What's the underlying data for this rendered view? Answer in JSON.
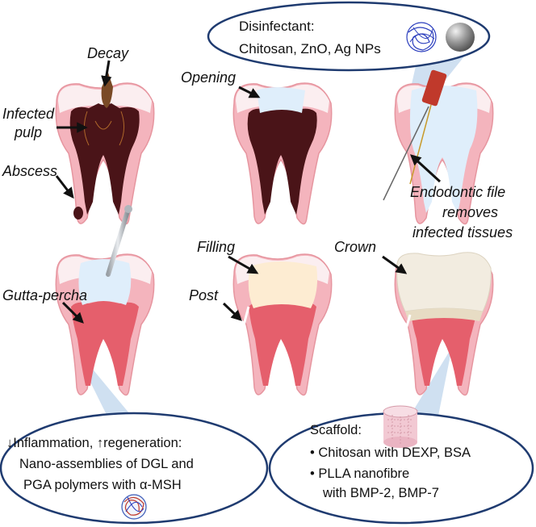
{
  "labels": {
    "decay": "Decay",
    "infected_pulp_1": "Infected",
    "infected_pulp_2": "pulp",
    "abscess": "Abscess",
    "opening": "Opening",
    "endo_1": "Endodontic file",
    "endo_2": "removes",
    "endo_3": "infected tissues",
    "gutta": "Gutta-percha",
    "filling": "Filling",
    "post": "Post",
    "crown": "Crown"
  },
  "disinfectant": {
    "title": "Disinfectant:",
    "agents": "Chitosan, ZnO, Ag NPs"
  },
  "inflammation": {
    "line1": "↓Inflammation, ↑regeneration:",
    "line2": "Nano-assemblies of DGL and",
    "line3": "PGA polymers with α-MSH"
  },
  "scaffold": {
    "title": "Scaffold:",
    "item1": "• Chitosan with DEXP, BSA",
    "item2": "• PLLA nanofibre",
    "item3": "with BMP-2, BMP-7"
  },
  "colors": {
    "enamel": "#fbeef0",
    "tooth_body": "#f4b4bd",
    "pulp_infected": "#4a1418",
    "pulp_healthy": "#e55f6c",
    "filling": "#dfeefb",
    "composite": "#fdecd2",
    "crown": "#f2ece0",
    "callout_border": "#1f3b70",
    "callout_fill": "#ffffff"
  }
}
